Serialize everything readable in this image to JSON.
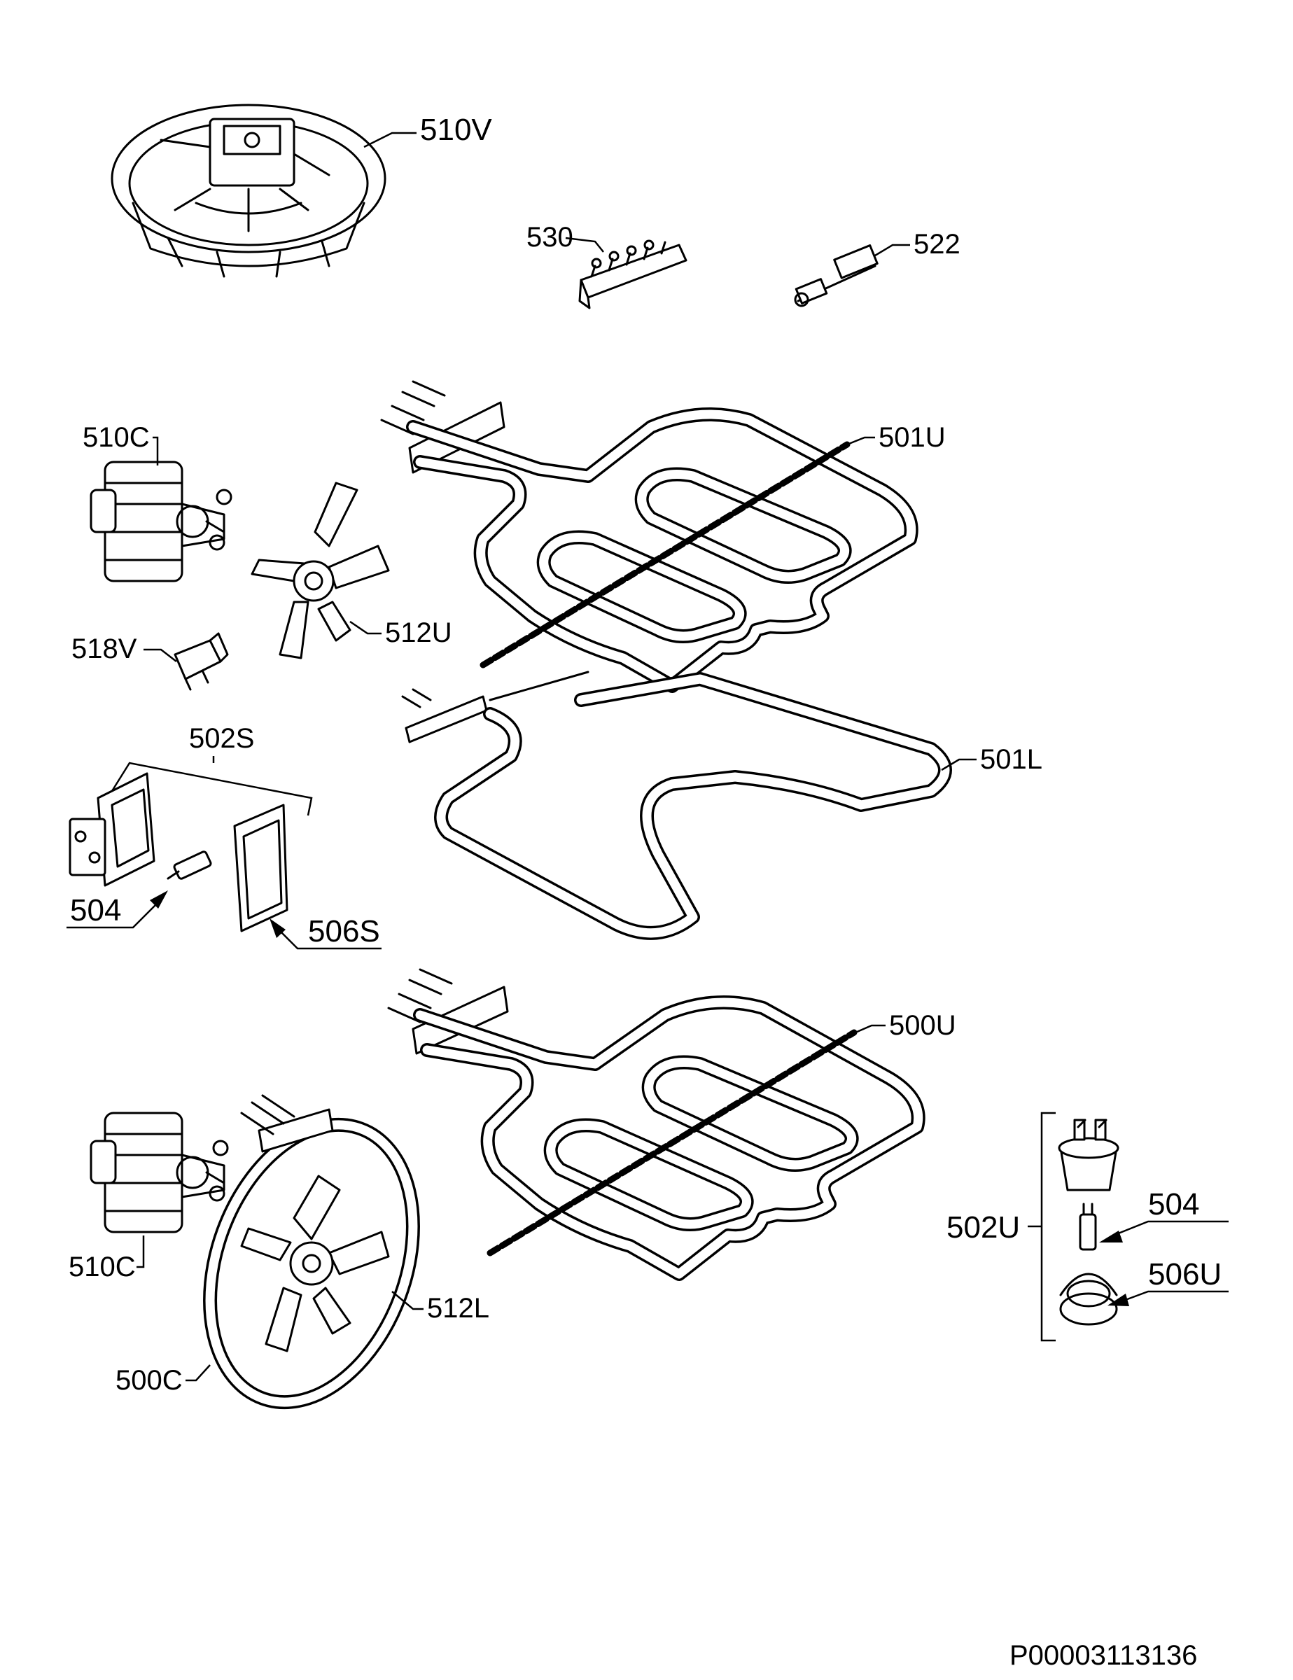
{
  "labels": {
    "l510V": "510V",
    "l530": "530",
    "l522": "522",
    "l510C_top": "510C",
    "l501U": "501U",
    "l512U": "512U",
    "l518V": "518V",
    "l502S": "502S",
    "l501L": "501L",
    "l504_left": "504",
    "l506S": "506S",
    "l500U": "500U",
    "l510C_bottom": "510C",
    "l512L": "512L",
    "l502U": "502U",
    "l504_right": "504",
    "l506U": "506U",
    "l500C": "500C"
  },
  "document_id": "P00003113136",
  "colors": {
    "line": "#000000",
    "background": "#ffffff"
  }
}
